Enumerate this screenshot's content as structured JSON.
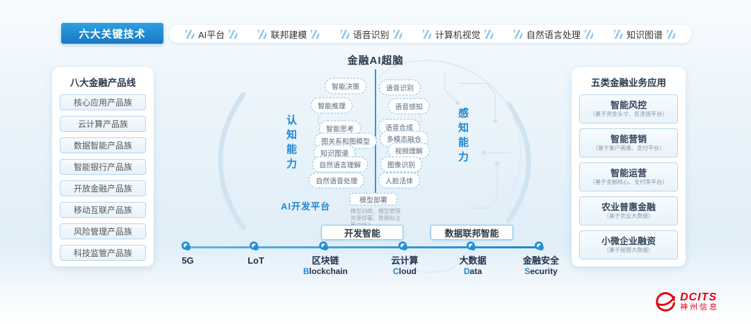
{
  "top_bar": {
    "main_label": "六大关键技术",
    "items": [
      "AI平台",
      "联邦建模",
      "语音识别",
      "计算机视觉",
      "自然语言处理",
      "知识图谱"
    ]
  },
  "left_panel": {
    "title": "八大金融产品线",
    "items": [
      "核心应用产品族",
      "云计算产品族",
      "数据智能产品族",
      "智能银行产品族",
      "开放金融产品族",
      "移动互联产品族",
      "风险管理产品族",
      "科技监管产品族"
    ]
  },
  "right_panel": {
    "title": "五类金融业务应用",
    "items": [
      {
        "title": "智能风控",
        "subtitle": "（基于资金头寸、反洗钱平台）"
      },
      {
        "title": "智能营销",
        "subtitle": "（基于客户画像、支付平台）"
      },
      {
        "title": "智能运营",
        "subtitle": "（基于金融核心、支付等平台）"
      },
      {
        "title": "农业普惠金融",
        "subtitle": "（基于农业大数据）"
      },
      {
        "title": "小微企业融资",
        "subtitle": "（基于税银大数据）"
      }
    ]
  },
  "brain": {
    "title": "金融AI超脑",
    "left_ability": "认知能力",
    "right_ability": "感知能力",
    "left_bubbles": [
      "智能决策",
      "智能推理",
      "智能思考",
      "图关系和图模型",
      "知识图谱",
      "自然语言理解",
      "自然语音处理"
    ],
    "right_bubbles": [
      "语音识别",
      "语音感知",
      "语音合成",
      "多模态融合",
      "视频理解",
      "图像识别",
      "人脸活体"
    ],
    "platform_label": "AI开发平台",
    "deploy_title": "模型部署",
    "deploy_notes": [
      "模型训练、模型管理",
      "资源部署、数据标注",
      "算力接入"
    ],
    "bottom_left_box": "开发智能",
    "bottom_right_box": "数据联邦智能"
  },
  "timeline": {
    "nodes": [
      {
        "zh": "5G",
        "en_first": "",
        "en_rest": ""
      },
      {
        "zh": "LoT",
        "en_first": "",
        "en_rest": ""
      },
      {
        "zh": "区块链",
        "en_first": "B",
        "en_rest": "lockchain"
      },
      {
        "zh": "云计算",
        "en_first": "C",
        "en_rest": "loud"
      },
      {
        "zh": "大数据",
        "en_first": "D",
        "en_rest": "ata"
      },
      {
        "zh": "金融安全",
        "en_first": "S",
        "en_rest": "ecurity"
      }
    ]
  },
  "logo": {
    "brand": "DCITS",
    "company": "神州信息"
  },
  "colors": {
    "accent": "#1f86d0",
    "navy": "#22304e",
    "red": "#e60012",
    "bubble_border": "#85bfe4"
  }
}
